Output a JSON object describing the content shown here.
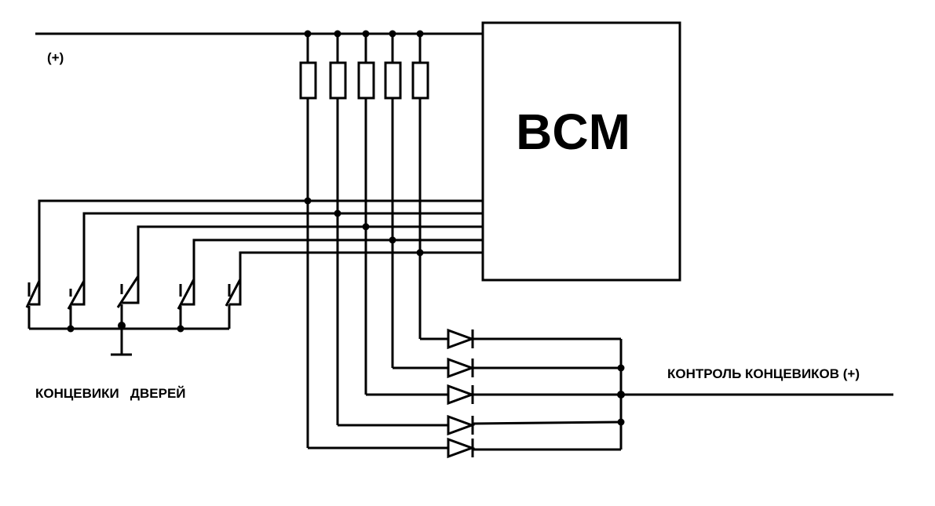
{
  "labels": {
    "plus": "(+)",
    "module": "BCM",
    "door_switches": "КОНЦЕВИКИ   ДВЕРЕЙ",
    "switch_monitor": "КОНТРОЛЬ КОНЦЕВИКОВ (+)"
  },
  "counts": {
    "resistors": 5,
    "door_switches": 5,
    "diodes": 5
  }
}
